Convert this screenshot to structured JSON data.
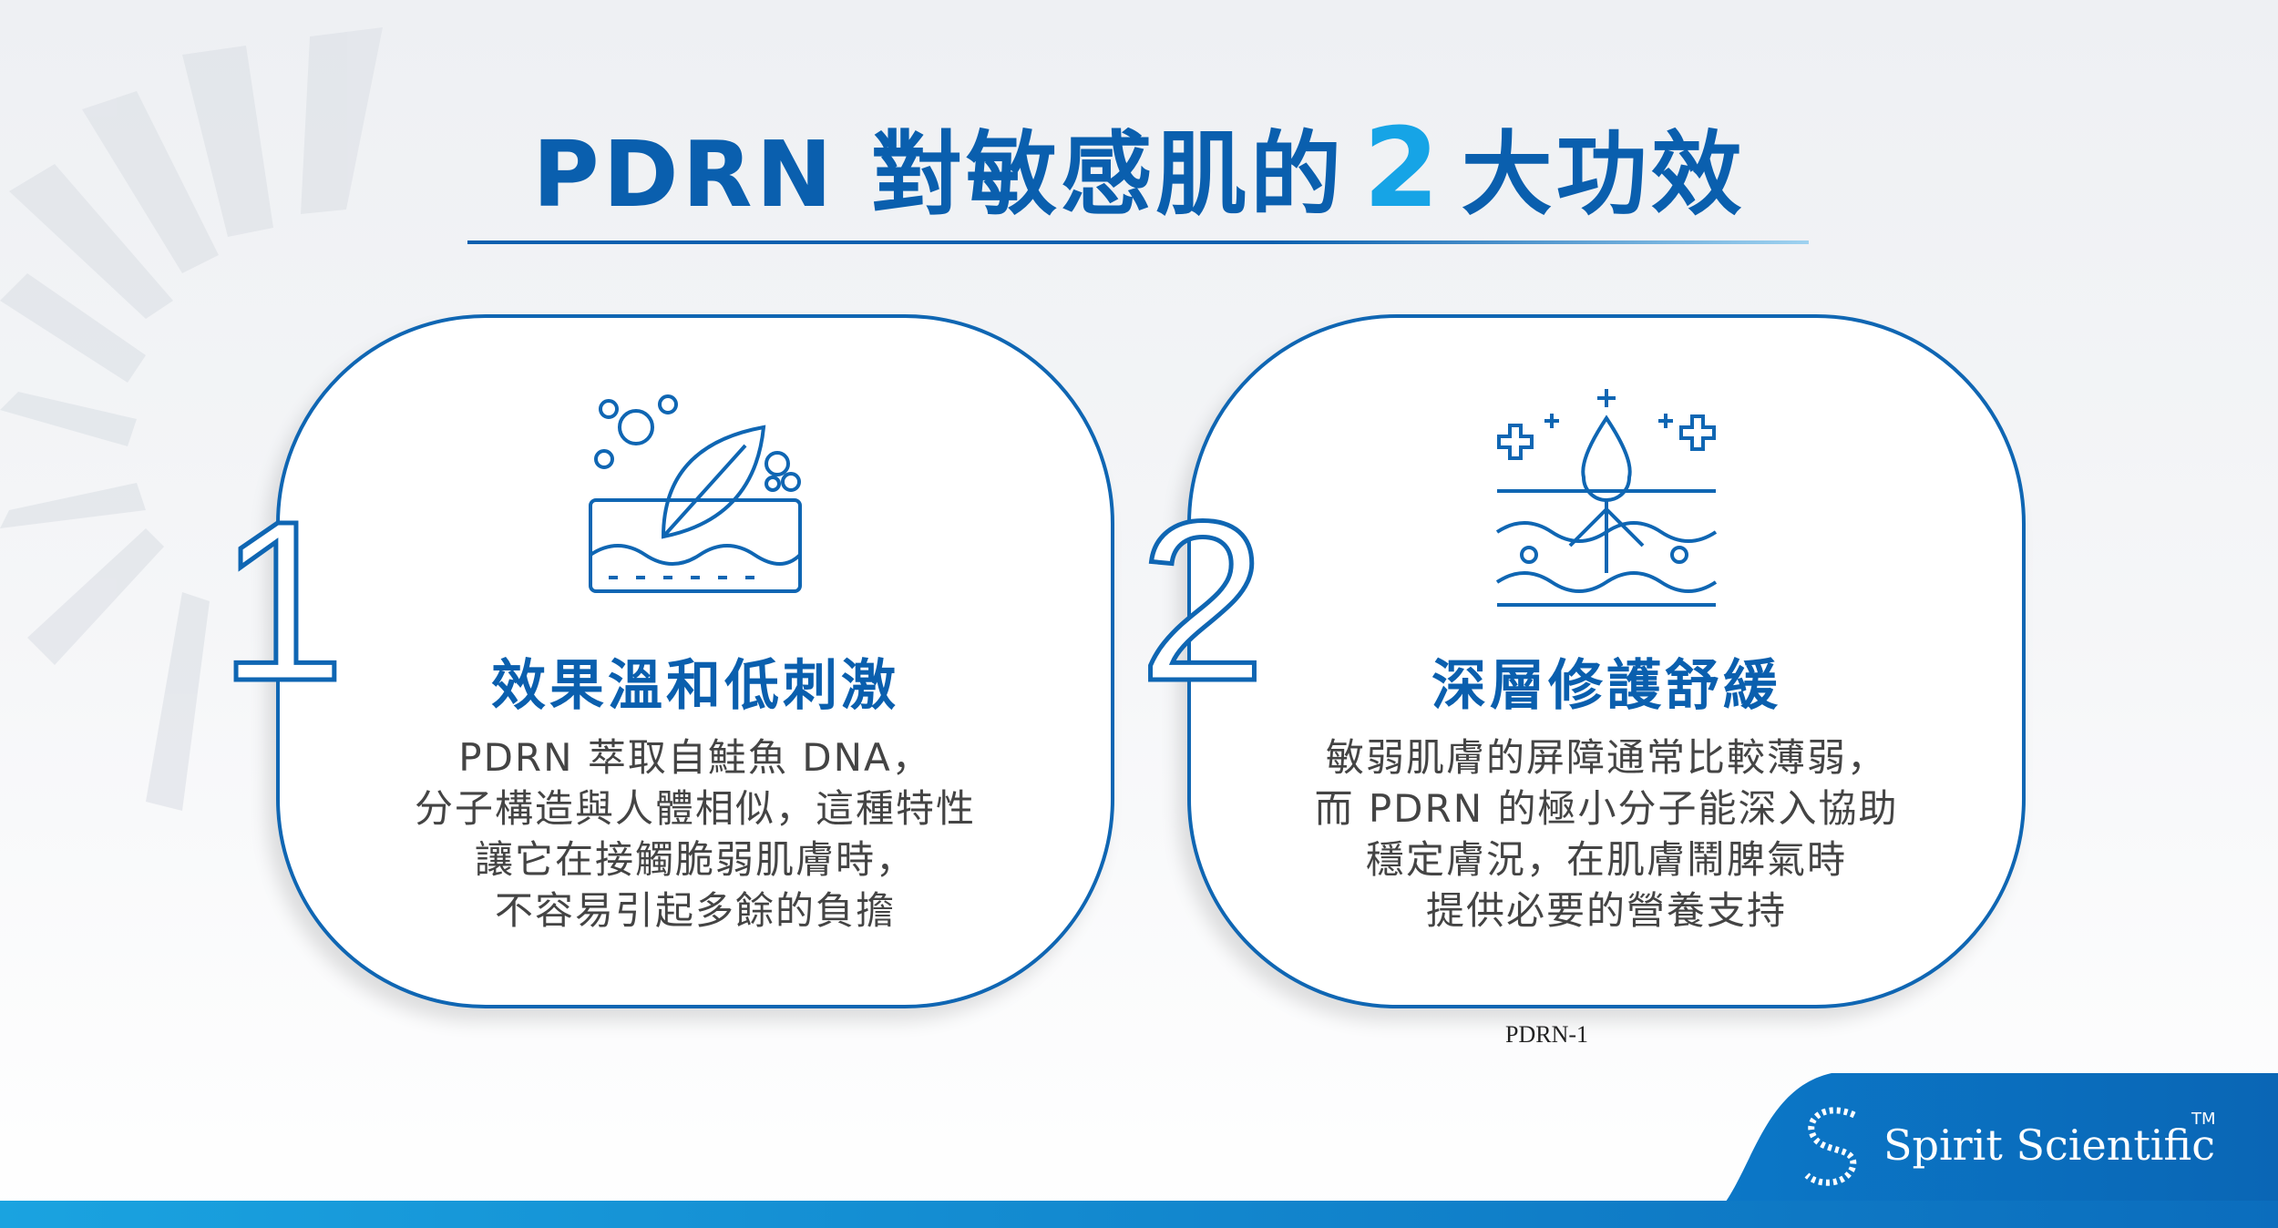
{
  "title": {
    "prefix": "PDRN 對敏感肌的",
    "number": "2",
    "suffix": "大功效"
  },
  "cards": [
    {
      "number": "1",
      "icon": "skin-leaf-molecule-icon",
      "heading": "效果溫和低刺激",
      "body": [
        "PDRN 萃取自鮭魚 DNA，",
        "分子構造與人體相似，這種特性",
        "讓它在接觸脆弱肌膚時，",
        "不容易引起多餘的負擔"
      ]
    },
    {
      "number": "2",
      "icon": "skin-droplet-penetration-icon",
      "heading": "深層修護舒緩",
      "body": [
        "敏弱肌膚的屏障通常比較薄弱，",
        "而 PDRN 的極小分子能深入協助",
        "穩定膚況，在肌膚鬧脾氣時",
        "提供必要的營養支持"
      ]
    }
  ],
  "overlay_text": "PDRN-1",
  "brand": {
    "name": "Spirit Scientific",
    "tm": "TM"
  },
  "colors": {
    "primary": "#0a5fae",
    "accent": "#16a4e6",
    "text": "#444444"
  }
}
